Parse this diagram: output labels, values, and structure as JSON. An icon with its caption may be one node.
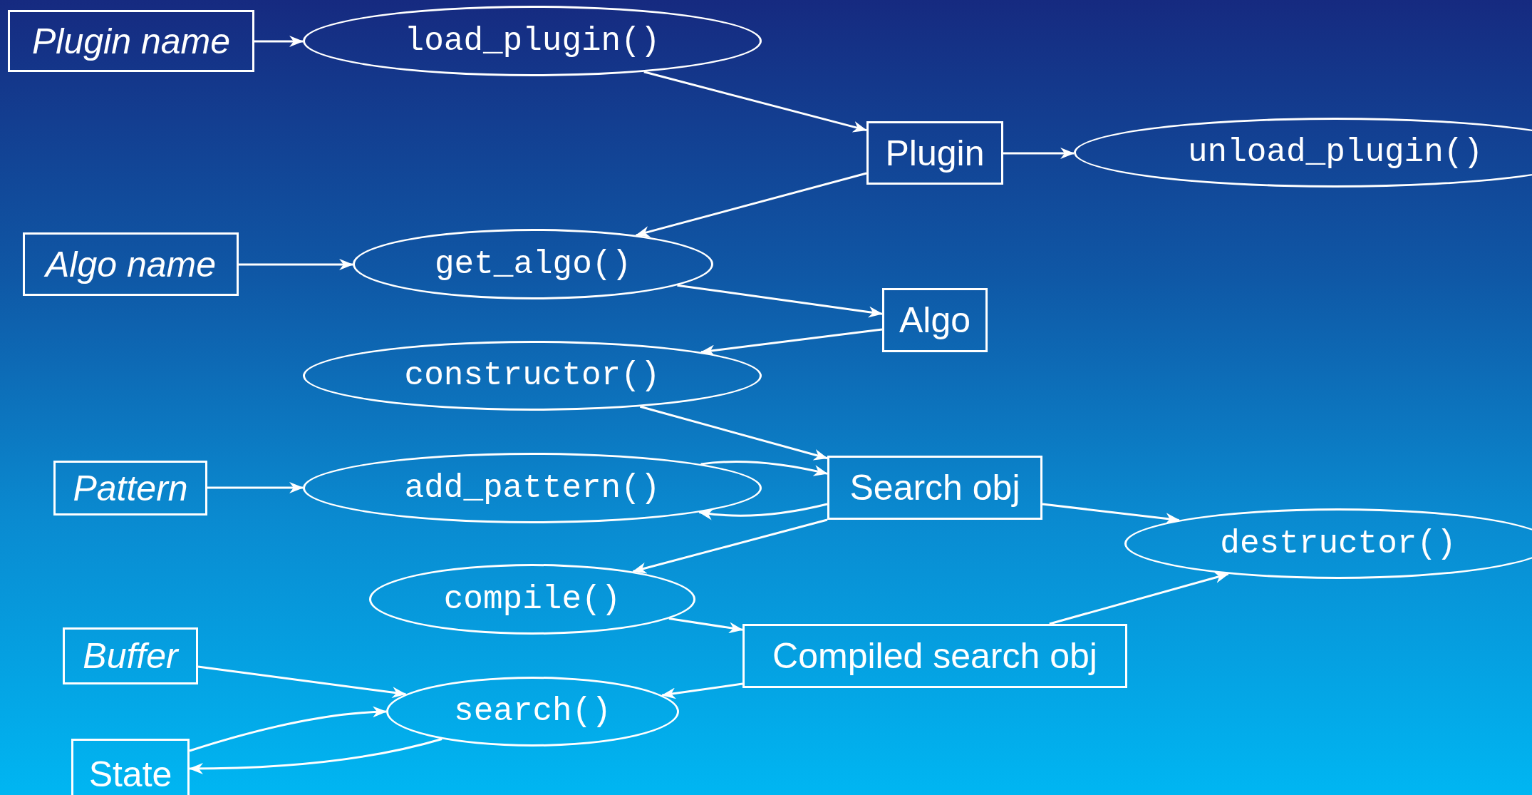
{
  "diagram": {
    "nodes": [
      {
        "text": [
          "Plugin name"
        ]
      },
      {
        "text": [
          "load_plugin()"
        ]
      },
      {
        "text": [
          "Plugin"
        ]
      },
      {
        "text": [
          "unload_plugin()"
        ]
      },
      {
        "text": [
          "Algo name"
        ]
      },
      {
        "text": [
          "get_algo()"
        ]
      },
      {
        "text": [
          "Algo"
        ]
      },
      {
        "text": [
          "constructor()"
        ]
      },
      {
        "text": [
          "Pattern"
        ]
      },
      {
        "text": [
          "add_pattern()"
        ]
      },
      {
        "text": [
          "Search obj"
        ]
      },
      {
        "text": [
          "destructor()"
        ]
      },
      {
        "text": [
          "compile()"
        ]
      },
      {
        "text": [
          "Compiled search obj"
        ]
      },
      {
        "text": [
          "Buffer"
        ]
      },
      {
        "text": [
          "search()"
        ]
      },
      {
        "text": [
          "State"
        ]
      }
    ],
    "edges": [
      {
        "from": 0,
        "to": 1,
        "arrow": "to"
      },
      {
        "from": 1,
        "to": 2,
        "arrow": "to"
      },
      {
        "from": 2,
        "to": 3,
        "arrow": "to"
      },
      {
        "from": 2,
        "to": 5,
        "arrow": "to"
      },
      {
        "from": 4,
        "to": 5,
        "arrow": "to"
      },
      {
        "from": 5,
        "to": 6,
        "arrow": "to"
      },
      {
        "from": 6,
        "to": 7,
        "arrow": "to"
      },
      {
        "from": 7,
        "to": 10,
        "arrow": "to"
      },
      {
        "from": 9,
        "to": 10,
        "arrow": "to"
      },
      {
        "from": 10,
        "to": 9,
        "arrow": "to"
      },
      {
        "from": 8,
        "to": 9,
        "arrow": "to"
      },
      {
        "from": 10,
        "to": 12,
        "arrow": "to"
      },
      {
        "from": 10,
        "to": 11,
        "arrow": "to"
      },
      {
        "from": 12,
        "to": 13,
        "arrow": "to"
      },
      {
        "from": 13,
        "to": 11,
        "arrow": "to"
      },
      {
        "from": 13,
        "to": 15,
        "arrow": "to"
      },
      {
        "from": 14,
        "to": 15,
        "arrow": "to"
      },
      {
        "from": 16,
        "to": 15,
        "arrow": "to"
      },
      {
        "from": 15,
        "to": 16,
        "arrow": "to"
      }
    ]
  }
}
